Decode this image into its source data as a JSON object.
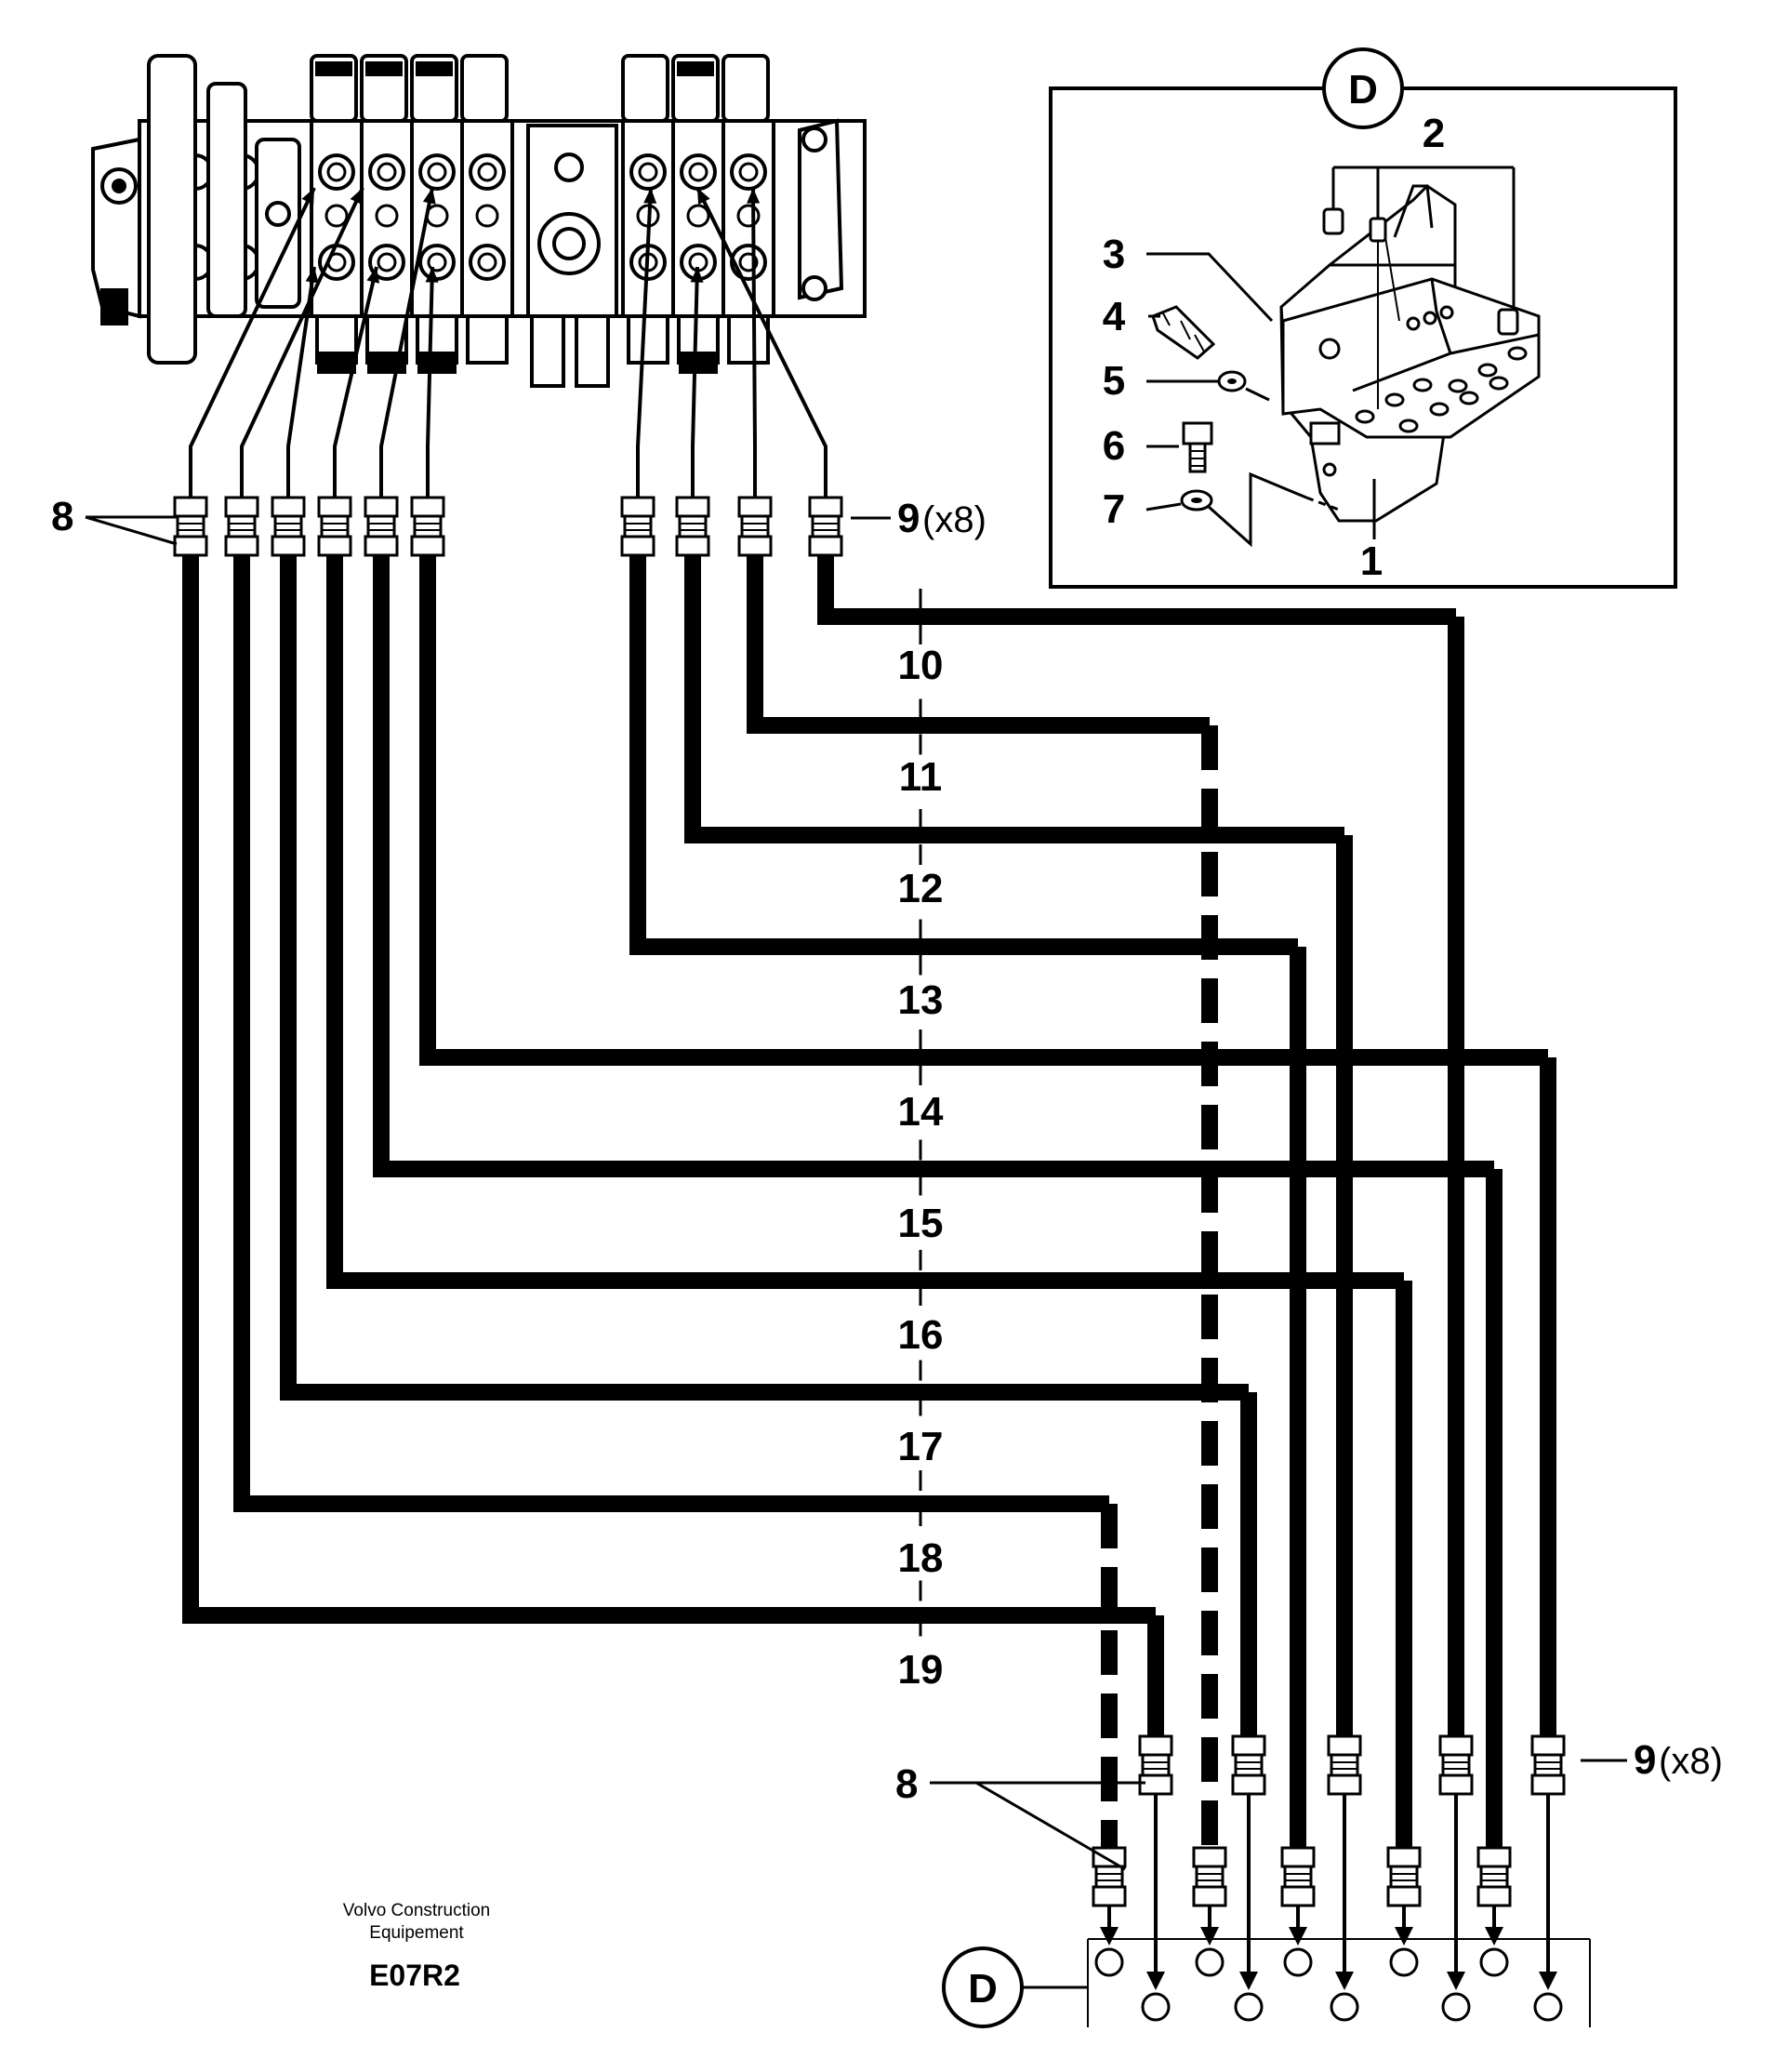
{
  "labels": {
    "fitting_8": "8",
    "fitting_9": "9",
    "fitting_9_qty": "(x8)",
    "detail_ref": "D"
  },
  "hose_numbers": [
    "10",
    "11",
    "12",
    "13",
    "14",
    "15",
    "16",
    "17",
    "18",
    "19"
  ],
  "detail_parts": [
    "1",
    "2",
    "3",
    "4",
    "5",
    "6",
    "7"
  ],
  "credit": {
    "line1": "Volvo Construction",
    "line2": "Equipement",
    "code": "E07R2"
  },
  "colors": {
    "ink": "#000000",
    "paper": "#ffffff"
  }
}
